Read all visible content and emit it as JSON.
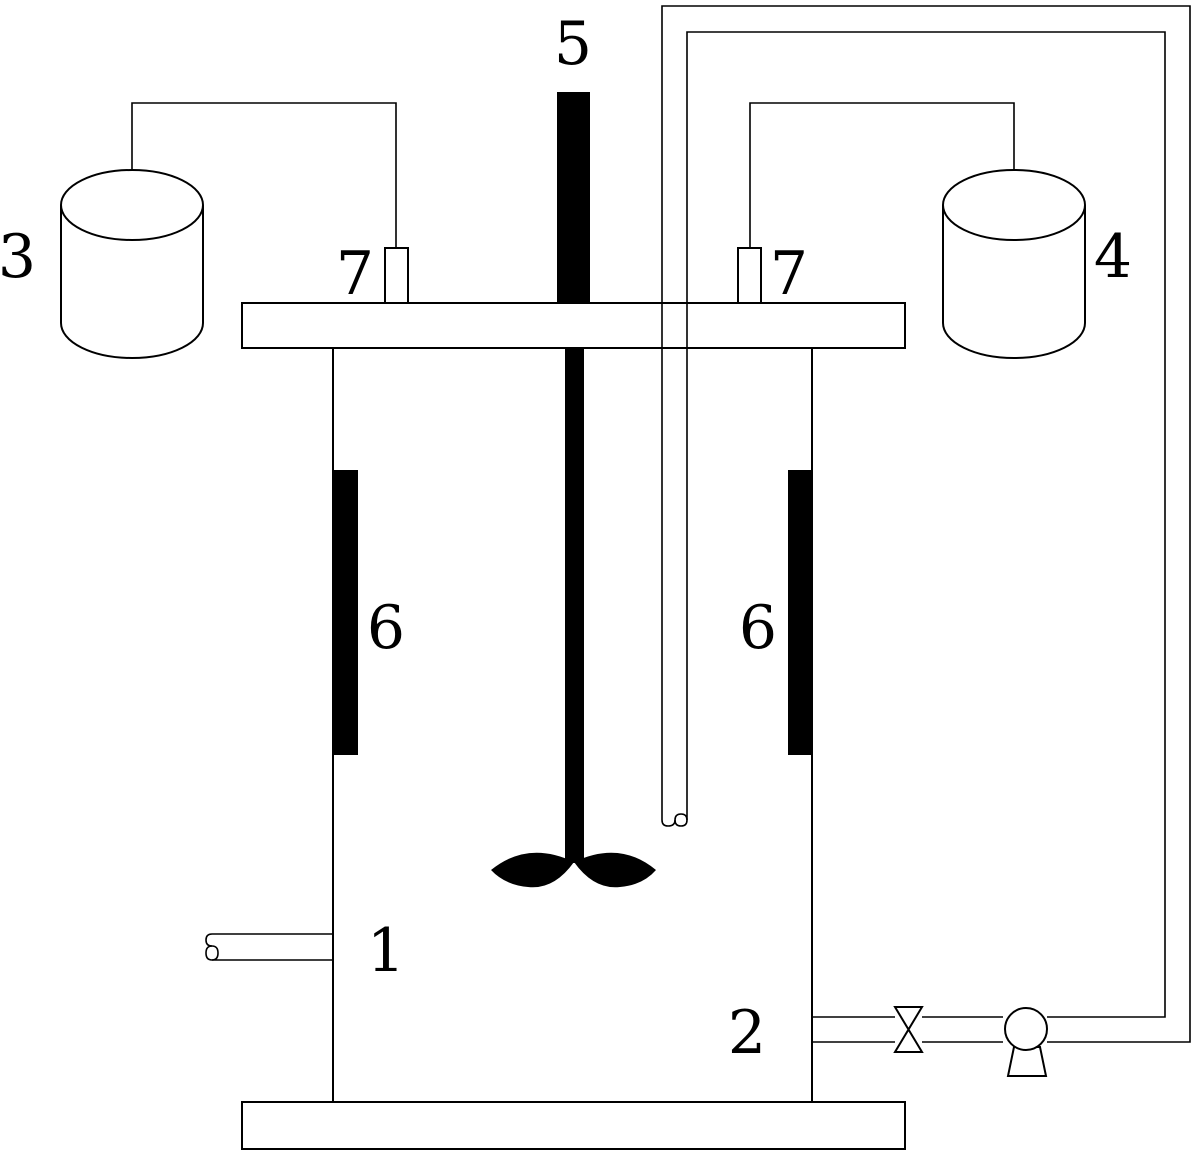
{
  "labels": {
    "inlet": "1",
    "outlet": "2",
    "tank_left": "3",
    "tank_right": "4",
    "stirrer": "5",
    "baffle_left": "6",
    "baffle_right": "6",
    "port_left": "7",
    "port_right": "7"
  },
  "colors": {
    "line": "#000000",
    "background": "#ffffff"
  },
  "icons": {
    "valve": "valve-icon",
    "pump": "pump-icon"
  }
}
